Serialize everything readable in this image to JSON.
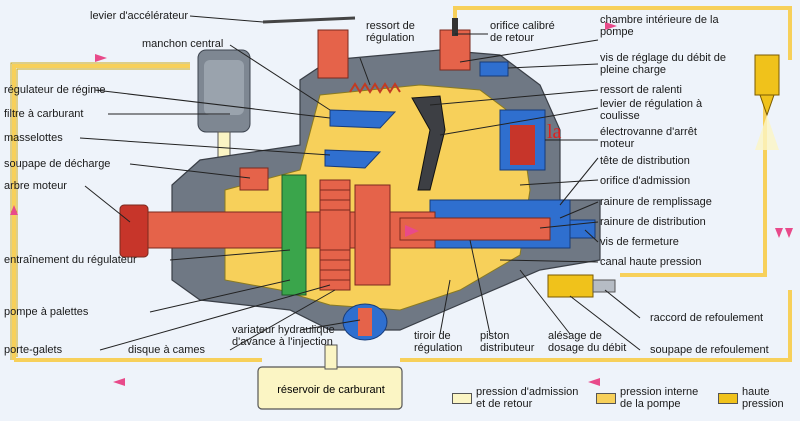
{
  "colors": {
    "background": "#eef3fa",
    "intake_return_pressure": "#fbf5c4",
    "internal_pump_pressure": "#f7d05a",
    "high_pressure": "#f0c21b",
    "rotor_red": "#e5634a",
    "blue_parts": "#2f6fcf",
    "green_parts": "#3aa54b",
    "grey_body": "#6f7884",
    "flow_arrow": "#e84a8a",
    "la_text": "#e0201e"
  },
  "labels": {
    "accelerator_lever": "levier d'accélérateur",
    "regulation_spring": "ressort de régulation",
    "calibrated_return_orifice": "orifice calibré de retour",
    "inner_pump_chamber": "chambre intérieure de la pompe",
    "full_load_screw": "vis de réglage du débit de pleine charge",
    "central_sleeve": "manchon central",
    "idle_spring": "ressort de ralenti",
    "sliding_control_lever": "levier de régulation à coulisse",
    "speed_governor": "régulateur de régime",
    "fuel_filter": "filtre à carburant",
    "stop_solenoid": "électrovanne d'arrêt moteur",
    "flyweights": "masselottes",
    "distributor_head": "tête de distribution",
    "relief_valve": "soupape de décharge",
    "inlet_orifice": "orifice d'admission",
    "drive_shaft": "arbre moteur",
    "fill_groove": "rainure de remplissage",
    "distribution_groove": "rainure de distribution",
    "closing_screw": "vis de fermeture",
    "high_pressure_channel": "canal haute pression",
    "governor_drive": "entraînement du régulateur",
    "vane_pump": "pompe à palettes",
    "delivery_connection": "raccord de refoulement",
    "roller_carrier": "porte-galets",
    "cam_disc": "disque à cames",
    "hydraulic_advance": "variateur hydraulique d'avance à l'injection",
    "control_spool": "tiroir de régulation",
    "distributor_piston": "piston distributeur",
    "metering_bore": "alésage de dosage du débit",
    "delivery_valve": "soupape de refoulement",
    "fuel_tank": "réservoir de carburant",
    "la_mark": "la"
  },
  "legend": [
    {
      "label": "pression d'admission et de retour",
      "color": "#fbf5c4"
    },
    {
      "label": "pression interne de la pompe",
      "color": "#f7d05a"
    },
    {
      "label": "haute pression",
      "color": "#f0c21b"
    }
  ]
}
